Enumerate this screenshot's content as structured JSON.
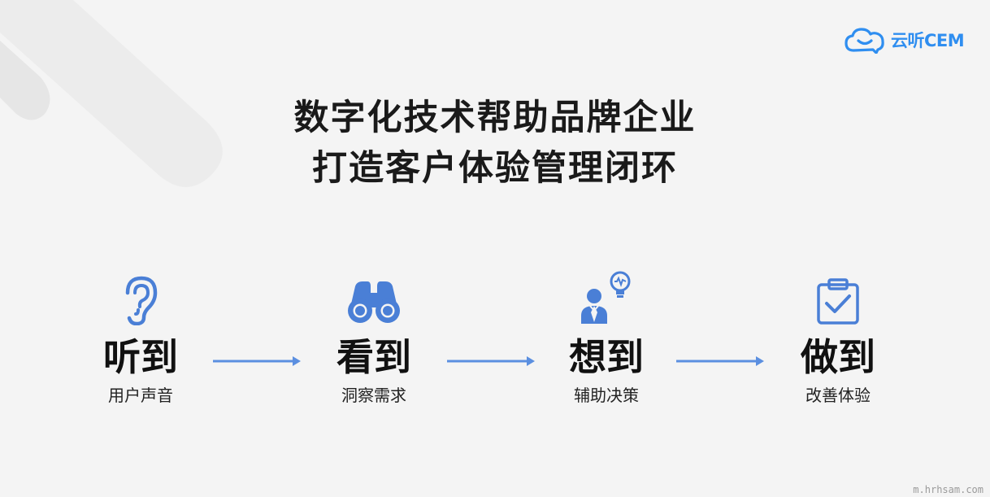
{
  "brand": {
    "logo_text": "云听CEM",
    "logo_icon": "cloud-smile-icon",
    "color": "#2f8ef0"
  },
  "title": {
    "line1": "数字化技术帮助品牌企业",
    "line2": "打造客户体验管理闭环"
  },
  "steps": [
    {
      "title": "听到",
      "subtitle": "用户声音",
      "icon": "ear-icon"
    },
    {
      "title": "看到",
      "subtitle": "洞察需求",
      "icon": "binoculars-icon"
    },
    {
      "title": "想到",
      "subtitle": "辅助决策",
      "icon": "person-lightbulb-icon"
    },
    {
      "title": "做到",
      "subtitle": "改善体验",
      "icon": "clipboard-check-icon"
    }
  ],
  "colors": {
    "accent": "#5b8fe0",
    "icon": "#4a7fd6",
    "background": "#f4f4f4",
    "text": "#1a1a1a"
  },
  "watermark": "m.hrhsam.com"
}
